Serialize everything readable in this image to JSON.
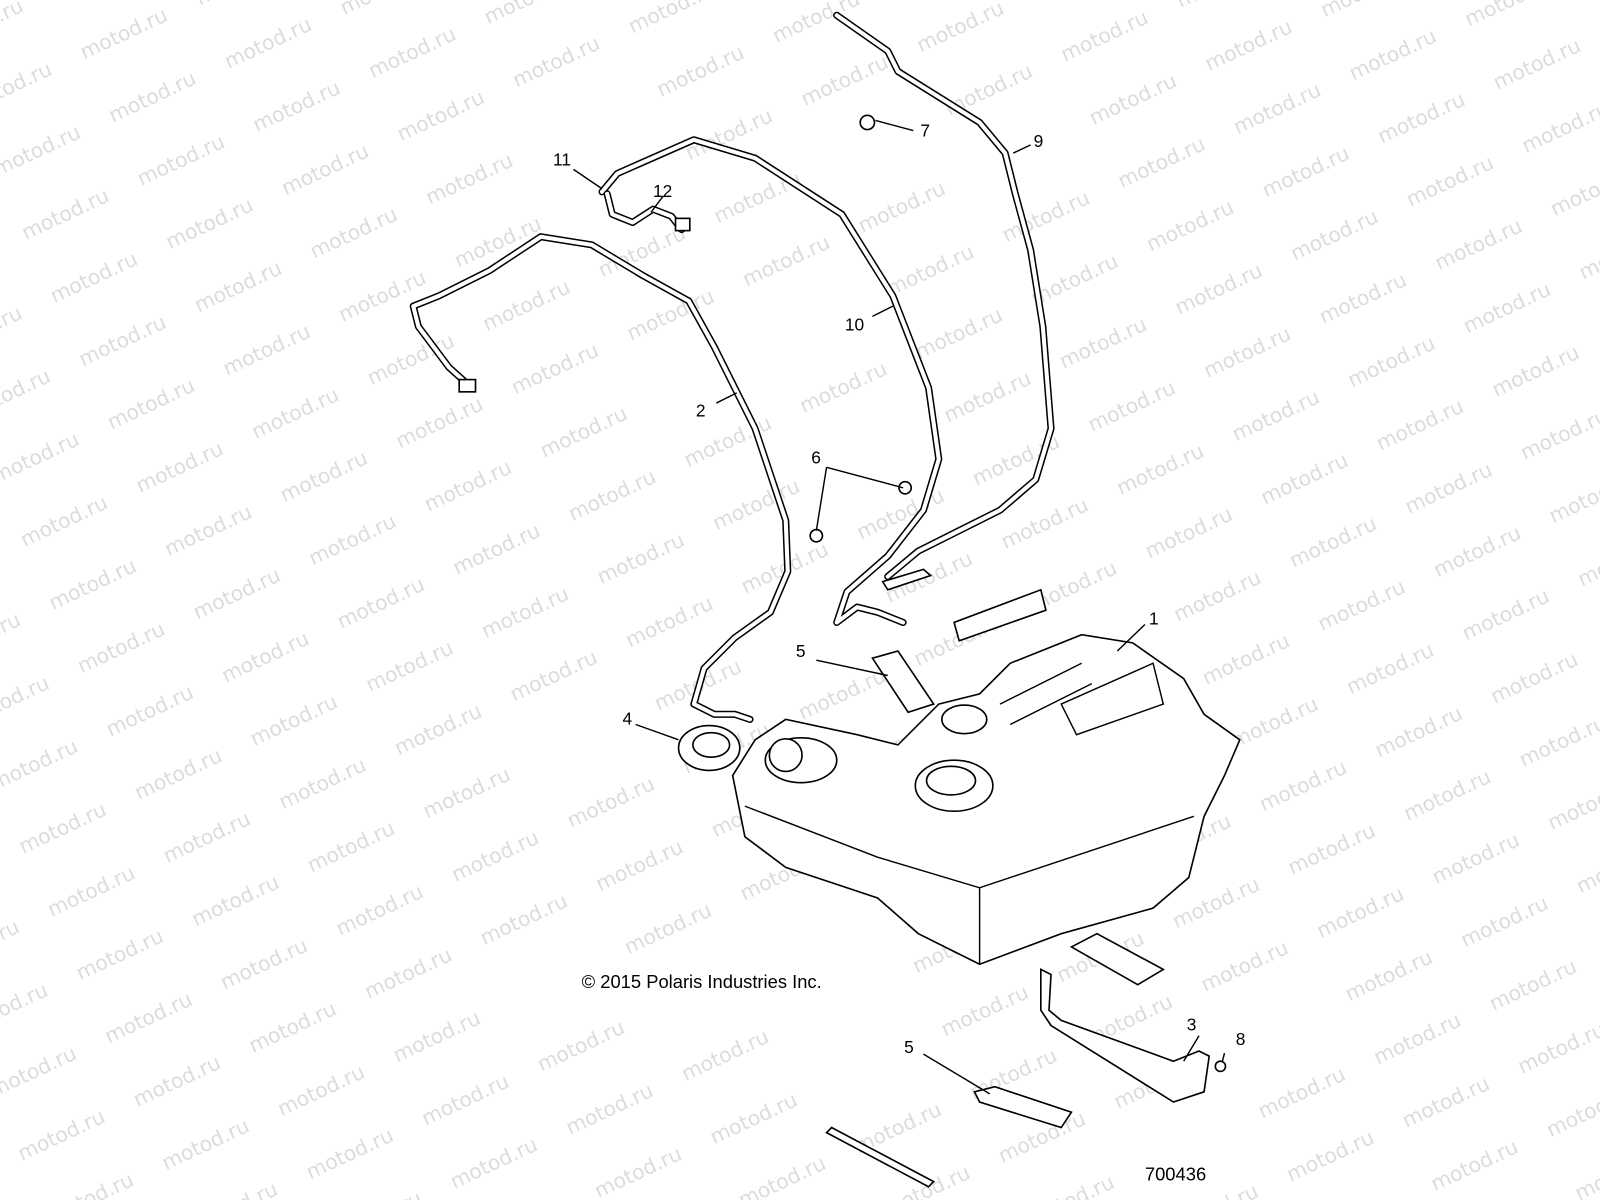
{
  "watermark": "motod.ru",
  "callouts": [
    {
      "id": "1",
      "text": "1"
    },
    {
      "id": "2",
      "text": "2"
    },
    {
      "id": "3",
      "text": "3"
    },
    {
      "id": "4",
      "text": "4"
    },
    {
      "id": "5a",
      "text": "5"
    },
    {
      "id": "5b",
      "text": "5"
    },
    {
      "id": "6",
      "text": "6"
    },
    {
      "id": "7",
      "text": "7"
    },
    {
      "id": "8",
      "text": "8"
    },
    {
      "id": "9",
      "text": "9"
    },
    {
      "id": "10",
      "text": "10"
    },
    {
      "id": "11",
      "text": "11"
    },
    {
      "id": "12",
      "text": "12"
    }
  ],
  "copyright": "© 2015 Polaris Industries Inc.",
  "diagram_number": "700436"
}
